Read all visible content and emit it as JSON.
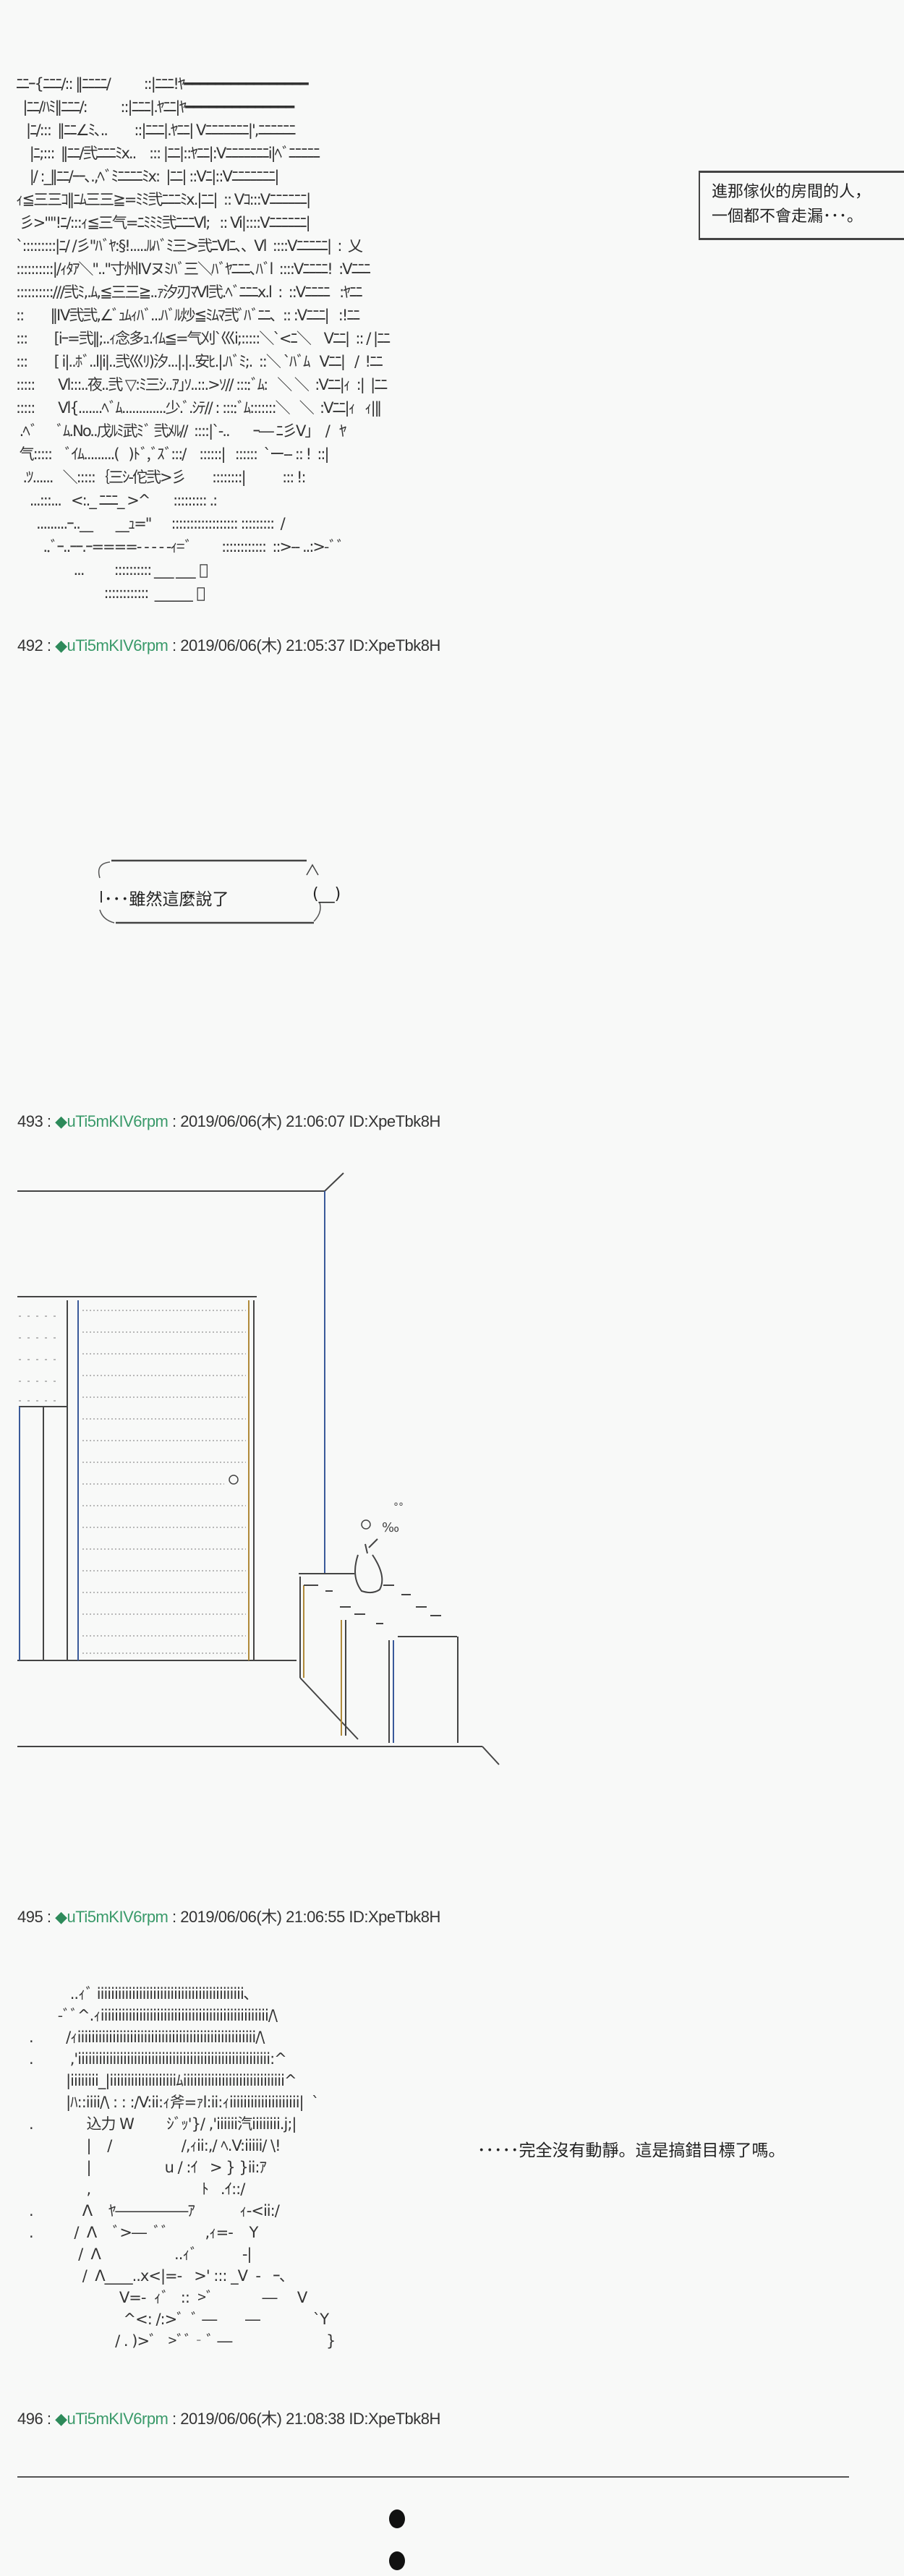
{
  "posts": [
    {
      "number": "492",
      "sep": " : ",
      "trip_mark": "◆",
      "trip": "uTi5mKIV6rpm",
      "datetime": " : 2019/06/06(木) 21:05:37 ID:XpeTbk8H"
    },
    {
      "number": "493",
      "sep": " : ",
      "trip_mark": "◆",
      "trip": "uTi5mKIV6rpm",
      "datetime": " : 2019/06/06(木) 21:06:07 ID:XpeTbk8H"
    },
    {
      "number": "495",
      "sep": " : ",
      "trip_mark": "◆",
      "trip": "uTi5mKIV6rpm",
      "datetime": " : 2019/06/06(木) 21:06:55 ID:XpeTbk8H"
    },
    {
      "number": "496",
      "sep": " : ",
      "trip_mark": "◆",
      "trip": "uTi5mKIV6rpm",
      "datetime": " : 2019/06/06(木) 21:08:38 ID:XpeTbk8H"
    }
  ],
  "aa_top": "ﾆﾆｰ{ﾆﾆﾆ/:: ‖ﾆﾆﾆﾆ/          ::|ﾆﾆﾆ!ﾔ━━━━━━━━━━━━━━━━\n  |ﾆﾆ/ﾊﾐ‖ﾆﾆﾆ/:          ::|ﾆﾆﾆ|.ﾔﾆﾆ|ﾔ━━━━━━━━━━━━━━\n   |ﾆ/:::  ‖ﾆﾆ∠ﾐ､..        ::|ﾆﾆﾆ|.ﾔﾆﾆ| Vﾆﾆﾆﾆﾆﾆﾆ|',ﾆﾆﾆﾆﾆﾆ\n    |ﾆ;:::  ‖ﾆﾆ/弐ﾆﾆﾆﾐx..    ::: |ﾆﾆ|::ﾔﾆﾆ|:Vﾆﾆﾆﾆﾆﾆﾆi|ﾍﾞﾆﾆﾆﾆﾆ\n    |/ :_‖ﾆﾆ/ｰｰ､.,ﾍﾞﾐﾆﾆﾆﾆﾐx:  |ﾆﾆ| ::Vﾆ|::Vﾆﾆﾆﾆﾆﾆﾆ|\nｨ≦三三ｺ‖ﾆﾑ三三≧=ﾐﾐ弐ﾆﾆﾆﾐx.|ﾆﾆ|  :: Vｺ:::Vﾆﾆﾆﾆﾆﾆ|\n 彡>\"\"!ﾆ/:::ｨ≦三气=ﾆﾐﾐﾐ弐ﾆﾆﾆVl;   :: Vi|::::Vﾆﾆﾆﾆﾆﾆ|\n`:::::::::|ﾆ/ /彡\"ﾊﾞﾔ:§!.....ﾙﾊﾞﾐ三>弐ﾆVlﾆ､､  Vl  ::::Vﾆﾆﾆﾆﾆ|  :  乂\n::::::::::|/ｨﾀｱ＼\"..\"寸州Ⅳヌﾐﾊﾞ三＼ﾊﾞﾔﾆﾆﾆ､ﾊﾞl  ::::Vﾆﾆﾆﾆ!  :Vﾆﾆﾆ\n::::::::::///弐ﾐ,.ﾑ,≦三三≧..ｧ汐刃ﾏVl弐.ﾍﾞﾆﾆﾆx.l  :  ::Vﾆﾆﾆﾆ   :ﾔﾆﾆ\n::        ‖Ⅳ弐弐,∠ﾞｭﾑｨﾊﾞ...ﾊﾞﾙ炒≦ﾐﾑﾏ弐ﾞﾊﾞﾆﾆ､  :: :Vﾆﾆﾆ|   :!ﾆﾆ\n:::        [iｰ=弐‖;..ｨ念多ｭ.ｲﾑ≦=气刈`巛i;:::::＼`<ﾆ＼    Vﾆﾆ|  :: / |ﾆﾆ\n:::        [ i|..ﾎﾞ..l|i|..弐巛ﾘ)汐...|.|..安ﾋ.|.ﾊﾞﾐ;.  ::＼ `ﾊﾞﾑ   Vﾆﾆ|   /  !ﾆﾆ\n:::::       Vl:::..夜..弐 ▽:ﾐ三ｼ..ｱ｣ｿ..::.>ｿ// ::::ﾞﾑ:   ＼ ＼  :Vﾆﾆ|ｨ  :|  |ﾆﾆ\n:::::       Vl{.......ﾍﾞﾑ.............少.ﾞ.ｼﾃ// : ::::ﾞﾑ:::::::＼   ＼  :Vﾆﾆ|ｨ   ｨ|‖\n .ﾍﾞ      ﾞﾑ.No..戊ﾙﾐ武ﾐﾞ 弐ﾒﾙ//  ::::|`-..       ｰ― ﾆ彡V」  /   ﾔ\n 气:::::    ﾞｲﾑ.........(   )ﾄﾞ,ﾞｽﾞ:::/    ::::::|   ::::::  `ー-- :: !  ::|\n  .ﾂ......   ＼:::::｛三ｼ-佗弐>彡        ::::::::|           ::: !:\n    ...:::...   <:._ ﾆﾆﾆ_ >^       ::::::::: .:\n      .........ｰ..__       __ｭ=\"      :::::::::::::::::: :::::::::  /\n        ..ﾞｰ..ｰｰ.ｰ====- - - - -ｨ=ﾞ         ::::::::::::  ::>-- ..:>-ﾞﾞ\n                 ...         :::::::::: ___ ___ ﾞ\n                          ::::::::::::  ______ ﾞ",
  "bubble_top": {
    "line1": "進那傢伙的房間的人，",
    "line2": "一個都不會走漏･･･。"
  },
  "bubble_492": {
    "text": "･･･雖然這麼說了",
    "tail": "(__)"
  },
  "aa_495": "          ..ｨﾞ iiiiiiiiiiiiiiiiiiiiiiiiiiiiiiiiiiiiiiiiii､\n       -ﾞﾞ^.ｨiiiiiiiiiiiiiiiiiiiiiiiiiiiiiiiiiiiiiiiiiiiiiiii/\\\n.        /ｨiiiiiiiiiiiiiiiiiiiiiiiiiiiiiiiiiiiiiiiiiiiiiiiiiii/\\\n.         ,'iiiiiiiiiiiiiiiiiiiiiiiiiiiiiiiiiiiiiiiiiiiiiiiiiiiiiii:^\n         |iiiiiiii_|iiiiiiiiiiiiiiiiiiiﾑiiiiiiiiiiiiiiiiiiiiiiiiiiiii^\n         |ﾊ::iiii/\\ : : :/V:ii:ｨ斧=ｧl:ii:ｨiiiiiiiiiiiiiiiiiiii|  `\n.             込力 W        ｼﾞｯ'}/ ,'iiiiii汽iiiiiiii.j;|\n              |    /                 /,ｨii:,/ ﾍ.V:iiiii/ \\!\n              |                  u / :ｲ   > } }ii:ｱ\n              ,                           ﾄ   .ｲ::/\n.            Λ    ﾔ―――――ｱ           ｨ-<ii:/\n.          /  Λ    ﾞ>―  ﾞﾞ         ,ｨ=-    Y\n            /  Λ                  ..ｨﾞ           -|\n             /  Λ____..x<|=-   >' ::: _V  -   ｰ､\n                      V=-  ｨﾞ   ::  >ﾞ            ―     V\n                       ^<: /:>ﾞ  ﾞ ―       ―             `Y\n                     / . )>ﾞ   >ﾞﾞ‐ﾞ ―                       }",
  "speech_495": {
    "prefix": "･････",
    "text": "完全沒有動靜。這是搞錯目標了嗎。"
  },
  "colors": {
    "trip": "#3a9a6a",
    "text": "#222222",
    "background": "#f8f9f8"
  }
}
